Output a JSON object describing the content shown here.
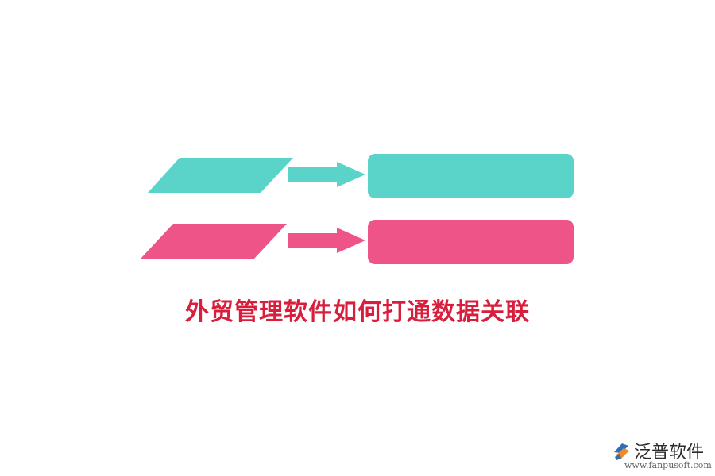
{
  "caption": {
    "text": "外贸管理软件如何打通数据关联",
    "color": "#d81e3c"
  },
  "rows": [
    {
      "color": "#5ad3c9",
      "icon": "parallelogram-to-box"
    },
    {
      "color": "#ee5487",
      "icon": "parallelogram-to-box"
    }
  ],
  "logo": {
    "name": "泛普软件",
    "url": "www.fanpusoft.com",
    "mark_blue": "#2d6fb8",
    "mark_orange": "#f08a24"
  }
}
